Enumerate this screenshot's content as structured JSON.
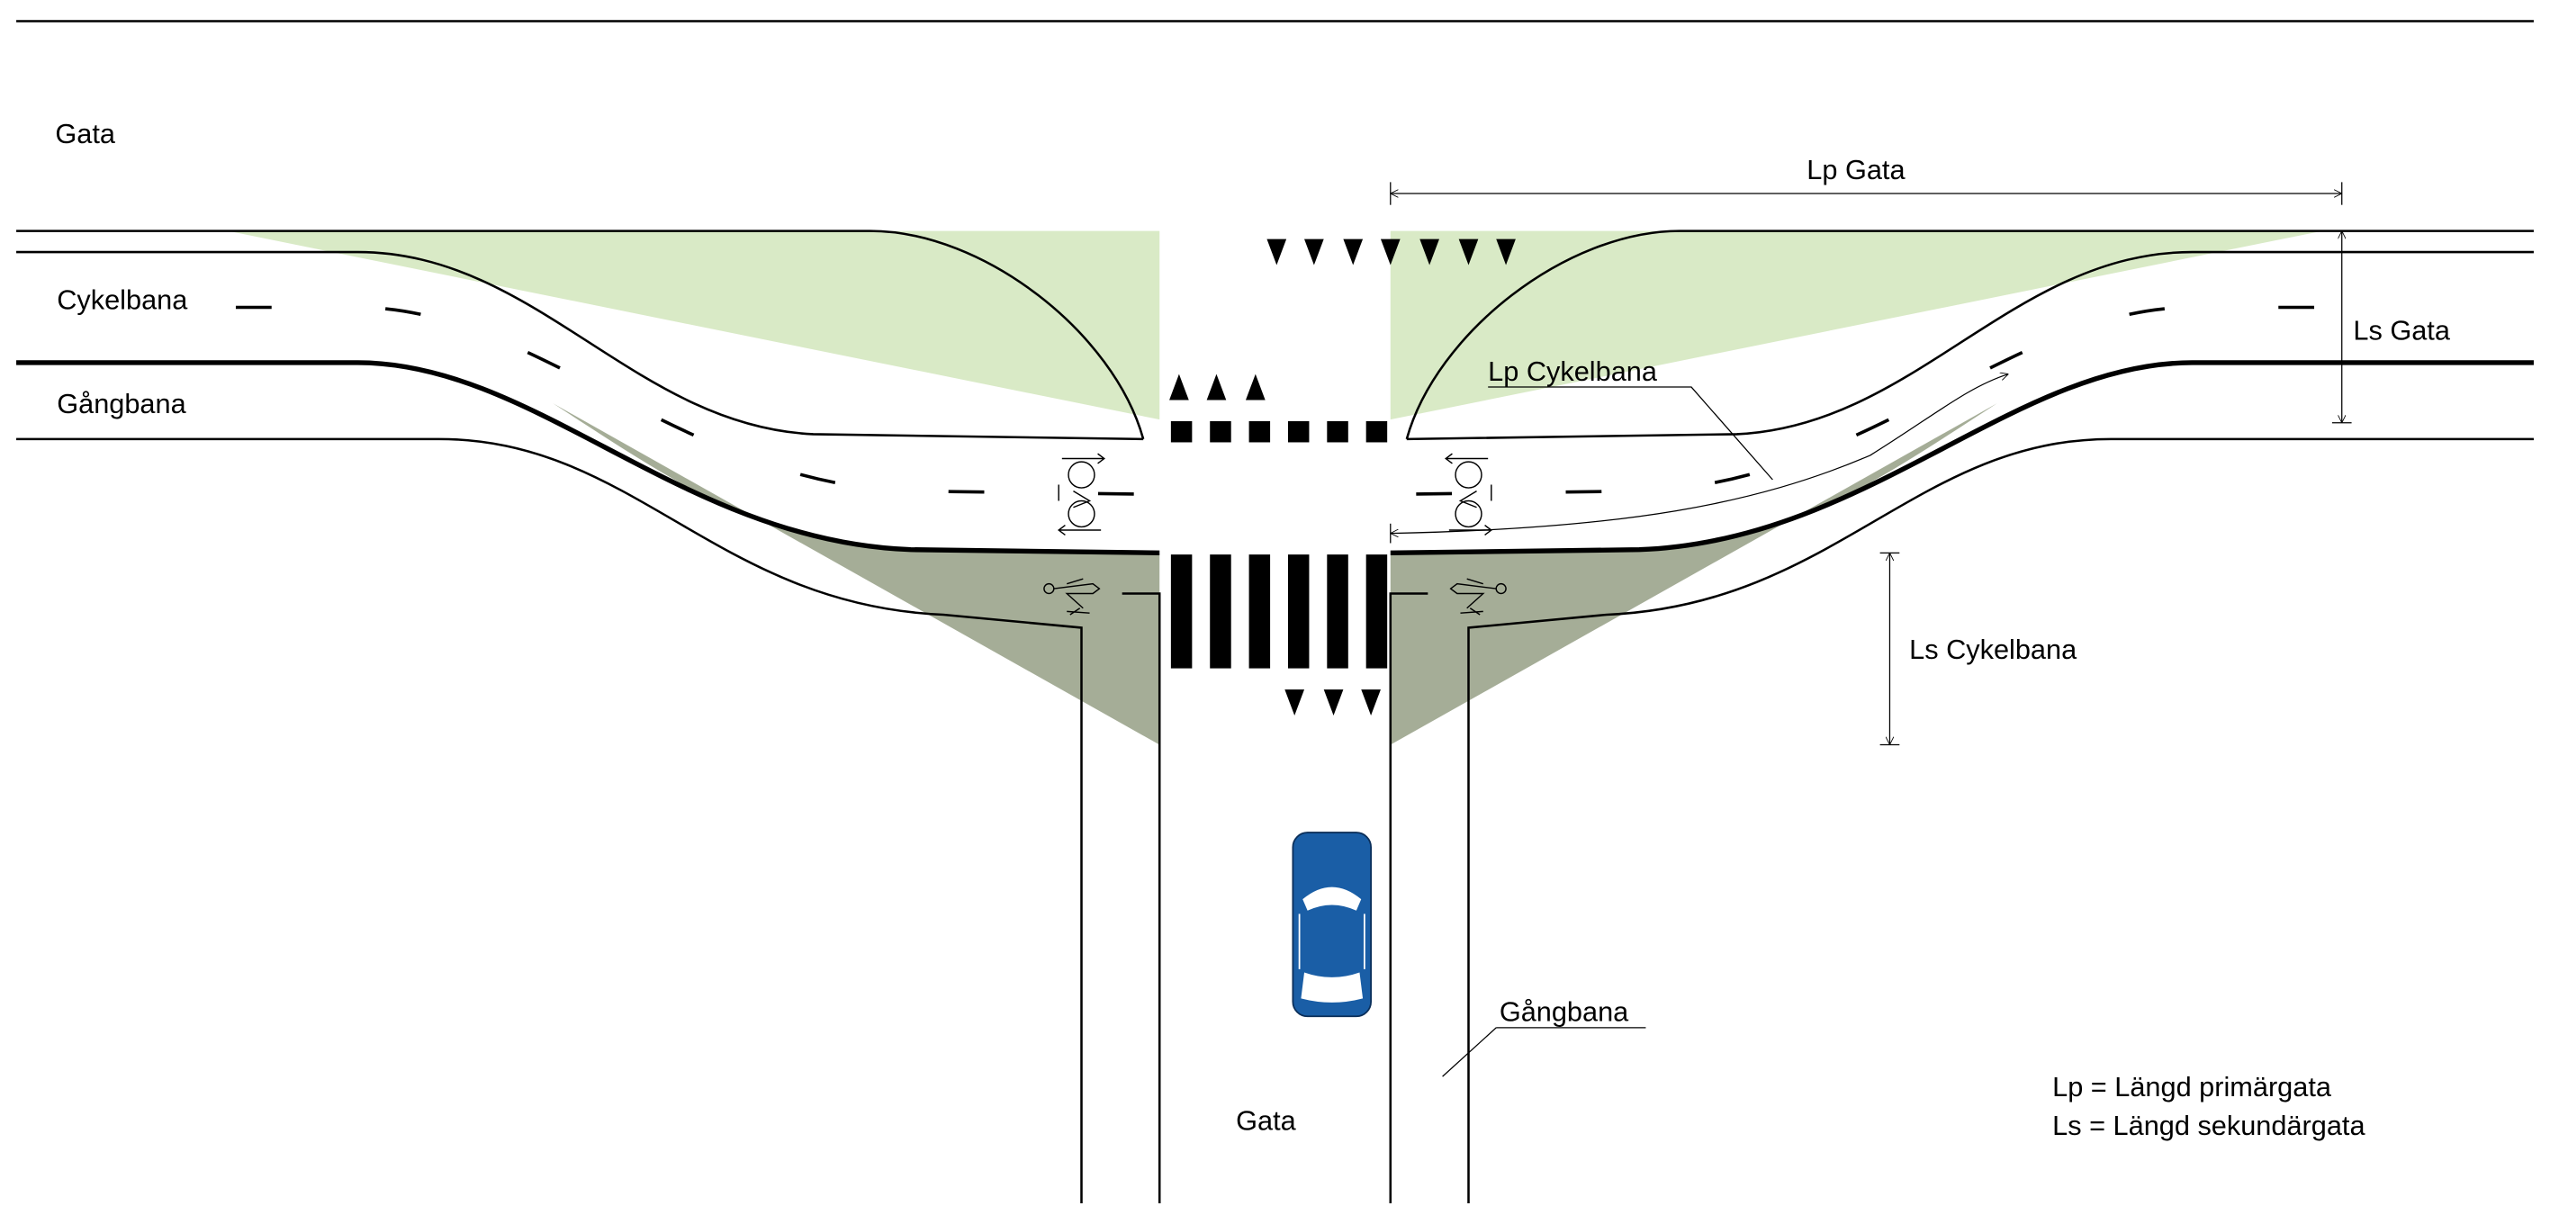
{
  "labels": {
    "gata_top": "Gata",
    "cykelbana": "Cykelbana",
    "gangbana_left": "Gångbana",
    "lp_gata": "Lp Gata",
    "ls_gata": "Ls Gata",
    "lp_cykelbana": "Lp Cykelbana",
    "ls_cykelbana": "Ls Cykelbana",
    "gangbana_bottom": "Gångbana",
    "gata_bottom": "Gata"
  },
  "legend": {
    "lp": "Lp = Längd primärgata",
    "ls": "Ls = Längd sekundärgata"
  },
  "colors": {
    "primary_sight_area": "#d9eac6",
    "secondary_sight_area": "#a5ad97",
    "car": "#1a5ea6"
  }
}
